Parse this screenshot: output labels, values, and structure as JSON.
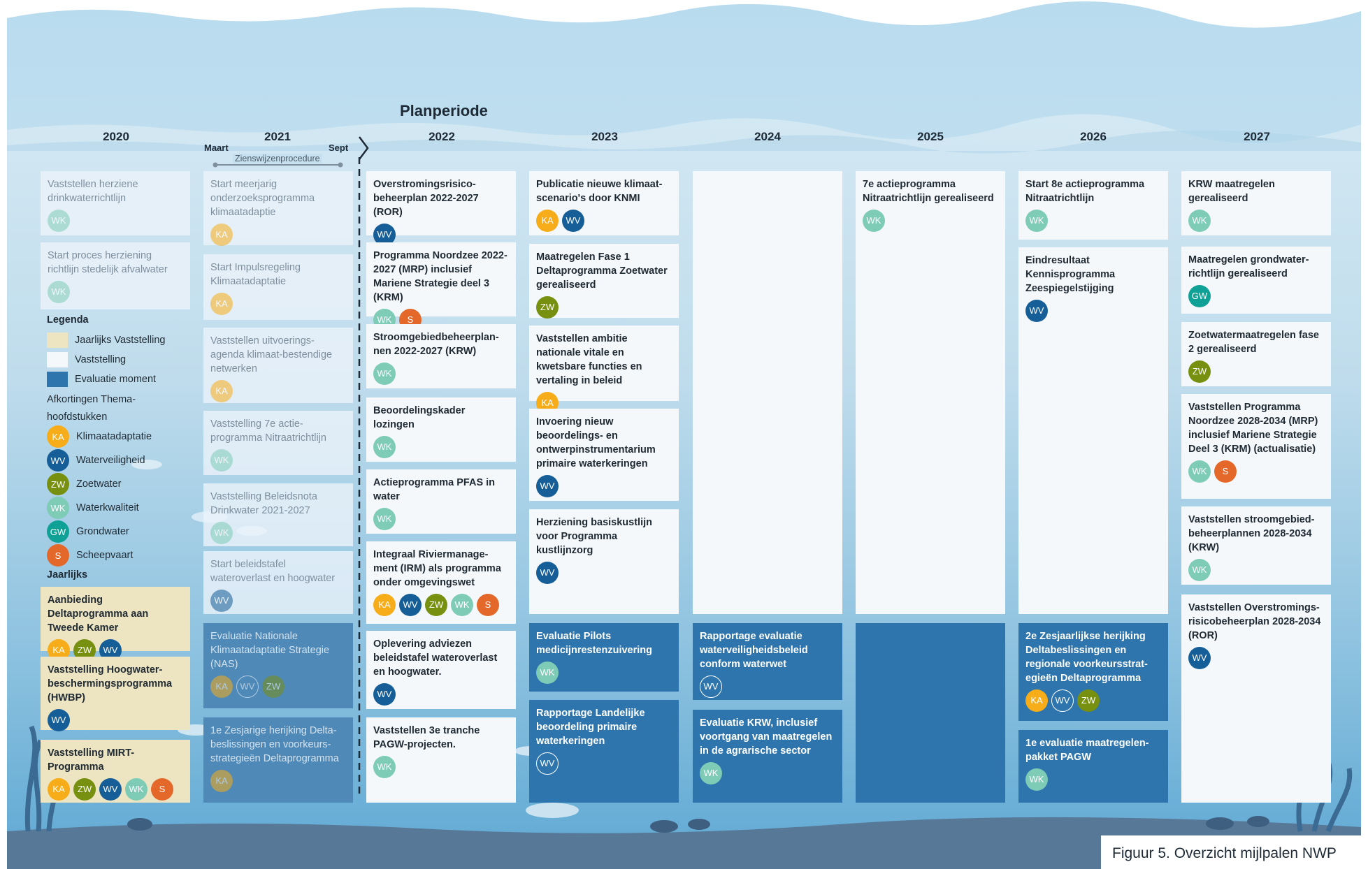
{
  "header": {
    "planperiode": "Planperiode"
  },
  "years": [
    "2020",
    "2021",
    "2022",
    "2023",
    "2024",
    "2025",
    "2026",
    "2027"
  ],
  "months": {
    "maart": "Maart",
    "sept": "Sept",
    "procedure": "Zienswijzenprocedure"
  },
  "legend": {
    "title": "Legenda",
    "items": [
      {
        "label": "Jaarlijks Vaststelling",
        "color": "#ede4c2"
      },
      {
        "label": "Vaststelling",
        "color": "#f4f8fb"
      },
      {
        "label": "Evaluatie moment",
        "color": "#2e75ad"
      }
    ],
    "abbr_title": "Afkortingen Thema-hoofdstukken",
    "themes": [
      {
        "code": "KA",
        "label": "Klimaatadaptatie",
        "color": "#f7ad1a"
      },
      {
        "code": "WV",
        "label": "Waterveiligheid",
        "color": "#165e97"
      },
      {
        "code": "ZW",
        "label": "Zoetwater",
        "color": "#78900f"
      },
      {
        "code": "WK",
        "label": "Waterkwaliteit",
        "color": "#7ecbb6"
      },
      {
        "code": "GW",
        "label": "Grondwater",
        "color": "#10a196"
      },
      {
        "code": "S",
        "label": "Scheepvaart",
        "color": "#e4682a"
      }
    ],
    "jaarlijks": "Jaarlijks"
  },
  "caption": "Figuur 5. Overzicht mijlpalen NWP",
  "cards": [
    {
      "text": "Vaststellen herziene drinkwaterrichtlijn",
      "badges": [
        "WK"
      ]
    },
    {
      "text": "Start proces herziening richtlijn stedelijk afvalwater",
      "badges": [
        "WK"
      ]
    },
    {
      "text": "Aanbieding Deltaprogramma aan Tweede Kamer",
      "badges": [
        "KA",
        "ZW",
        "WV"
      ]
    },
    {
      "text": "Vaststelling Hoogwater-beschermingsprogramma (HWBP)",
      "badges": [
        "WV"
      ]
    },
    {
      "text": "Vaststelling MIRT-Programma",
      "badges": [
        "KA",
        "ZW",
        "WV",
        "WK",
        "S"
      ]
    },
    {
      "text": "Start meerjarig onderzoeksprogramma klimaatadaptie",
      "badges": [
        "KA"
      ]
    },
    {
      "text": "Start Impulsregeling Klimaatadaptatie",
      "badges": [
        "KA"
      ]
    },
    {
      "text": "Vaststellen uitvoerings-agenda klimaat-bestendige netwerken",
      "badges": [
        "KA"
      ]
    },
    {
      "text": "Vaststelling 7e actie-programma Nitraatrichtlijn",
      "badges": [
        "WK"
      ]
    },
    {
      "text": "Vaststelling Beleidsnota Drinkwater 2021-2027",
      "badges": [
        "WK"
      ]
    },
    {
      "text": "Start beleidstafel wateroverlast en hoogwater",
      "badges": [
        "WV"
      ]
    },
    {
      "text": "Evaluatie Nationale Klimaatadaptatie Strategie (NAS)",
      "badges": [
        "KA",
        "WV",
        "ZW"
      ]
    },
    {
      "text": "1e Zesjarige herijking Delta-beslissingen en voorkeurs-strategieën Deltaprogramma",
      "badges": [
        "KA"
      ]
    },
    {
      "text": "Overstromingsrisico-beheerplan 2022-2027 (ROR)",
      "badges": [
        "WV"
      ]
    },
    {
      "text": "Programma Noordzee 2022-2027 (MRP) inclusief Mariene Strategie deel 3 (KRM)",
      "badges": [
        "WK",
        "S"
      ]
    },
    {
      "text": "Stroomgebiedbeheerplan-nen 2022-2027 (KRW)",
      "badges": [
        "WK"
      ]
    },
    {
      "text": "Beoordelingskader lozingen",
      "badges": [
        "WK"
      ]
    },
    {
      "text": "Actieprogramma PFAS in water",
      "badges": [
        "WK"
      ]
    },
    {
      "text": "Integraal Riviermanage-ment (IRM) als programma onder omgevingswet",
      "badges": [
        "KA",
        "WV",
        "ZW",
        "WK",
        "S"
      ]
    },
    {
      "text": "Oplevering adviezen beleidstafel wateroverlast en hoogwater.",
      "badges": [
        "WV"
      ]
    },
    {
      "text": "Vaststellen 3e tranche PAGW-projecten.",
      "badges": [
        "WK"
      ]
    },
    {
      "text": "Publicatie nieuwe klimaat-scenario's door KNMI",
      "badges": [
        "KA",
        "WV"
      ]
    },
    {
      "text": "Maatregelen Fase 1 Deltaprogramma Zoetwater gerealiseerd",
      "badges": [
        "ZW"
      ]
    },
    {
      "text": "Vaststellen ambitie nationale vitale en kwetsbare functies en vertaling in beleid",
      "badges": [
        "KA"
      ]
    },
    {
      "text": "Invoering nieuw beoordelings- en ontwerpinstrumentarium primaire waterkeringen",
      "badges": [
        "WV"
      ]
    },
    {
      "text": "Herziening basiskustlijn voor Programma kustlijnzorg",
      "badges": [
        "WV"
      ]
    },
    {
      "text": "Evaluatie Pilots medicijnresten­zuivering",
      "badges": [
        "WK"
      ]
    },
    {
      "text": "Rapportage Landelijke beoordeling primaire waterkeringen",
      "badges": [
        "WV"
      ]
    },
    {
      "text": "Rapportage evaluatie waterveiligheidsbeleid conform waterwet",
      "badges": [
        "WV"
      ]
    },
    {
      "text": "Evaluatie KRW, inclusief voortgang van maatregelen in de agrarische sector",
      "badges": [
        "WK"
      ]
    },
    {
      "text": "7e actieprogramma Nitraatrichtlijn gerealiseerd",
      "badges": [
        "WK"
      ]
    },
    {
      "text": "Start 8e actieprogramma Nitraatrichtlijn",
      "badges": [
        "WK"
      ]
    },
    {
      "text": "Eindresultaat Kennisprogramma Zeespiegelstijging",
      "badges": [
        "WV"
      ]
    },
    {
      "text": "2e Zesjaarlijkse herijking Deltabeslissingen en regionale voorkeursstrat-egieën Deltaprogramma",
      "badges": [
        "KA",
        "WV",
        "ZW"
      ]
    },
    {
      "text": "1e evaluatie maatregelen-pakket PAGW",
      "badges": [
        "WK"
      ]
    },
    {
      "text": "KRW maatregelen gerealiseerd",
      "badges": [
        "WK"
      ]
    },
    {
      "text": "Maatregelen grondwater-richtlijn gerealiseerd",
      "badges": [
        "GW"
      ]
    },
    {
      "text": "Zoetwatermaatregelen fase 2 gerealiseerd",
      "badges": [
        "ZW"
      ]
    },
    {
      "text": "Vaststellen Programma Noordzee 2028-2034 (MRP) inclusief Mariene Strategie Deel 3 (KRM) (actualisatie)",
      "badges": [
        "WK",
        "S"
      ]
    },
    {
      "text": "Vaststellen stroomgebied-beheerplannen 2028-2034 (KRW)",
      "badges": [
        "WK"
      ]
    },
    {
      "text": "Vaststellen Overstromings-risicobeheerplan 2028-2034 (ROR)",
      "badges": [
        "WV"
      ]
    }
  ]
}
